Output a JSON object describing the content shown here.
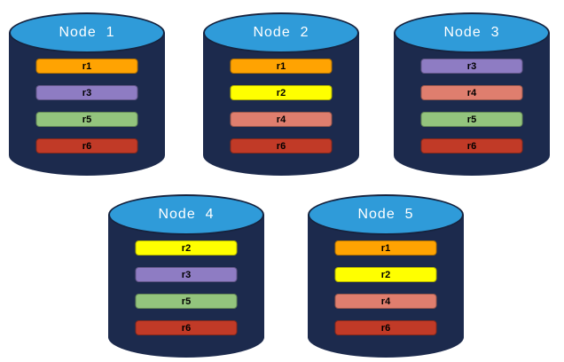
{
  "diagram": {
    "nodes": [
      {
        "label": "Node  1",
        "replicas": [
          "r1",
          "r3",
          "r5",
          "r6"
        ]
      },
      {
        "label": "Node  2",
        "replicas": [
          "r1",
          "r2",
          "r4",
          "r6"
        ]
      },
      {
        "label": "Node  3",
        "replicas": [
          "r3",
          "r4",
          "r5",
          "r6"
        ]
      },
      {
        "label": "Node  4",
        "replicas": [
          "r2",
          "r3",
          "r5",
          "r6"
        ]
      },
      {
        "label": "Node  5",
        "replicas": [
          "r1",
          "r2",
          "r4",
          "r6"
        ]
      }
    ],
    "replica_colors": {
      "r1": "#FFA302",
      "r2": "#FFFF00",
      "r3": "#8E7CC3",
      "r4": "#DF7E6E",
      "r5": "#93C47D",
      "r6": "#C13A27"
    },
    "colors": {
      "cylinder_body": "#1C2A4D",
      "cylinder_top": "#2F9BD9",
      "cylinder_outline": "#16233F",
      "title_text": "#FFFFFF",
      "bar_text": "#000000",
      "background": "#FFFFFF"
    }
  }
}
